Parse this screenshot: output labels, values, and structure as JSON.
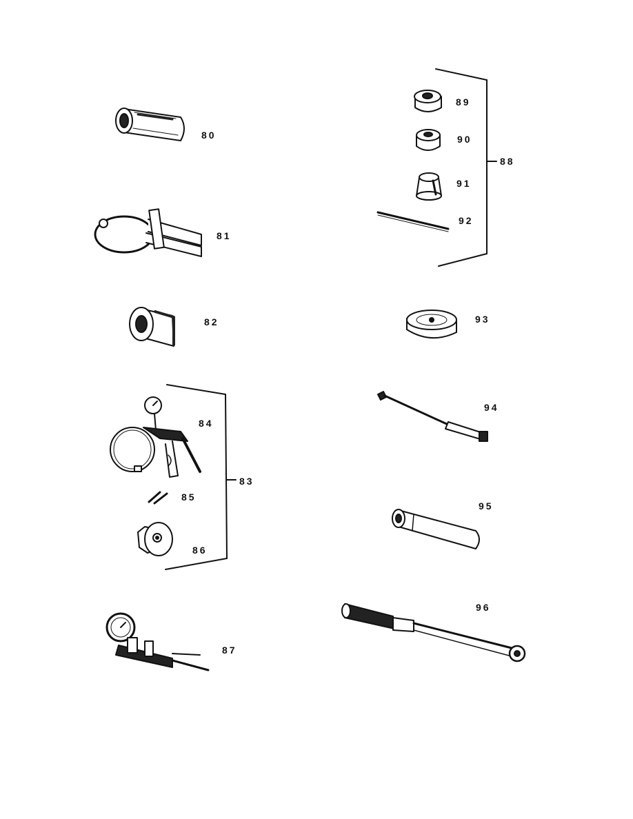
{
  "colors": {
    "ink": "#111111",
    "fill": "#ffffff",
    "shade": "#222222"
  },
  "labels": {
    "l80": "80",
    "l81": "81",
    "l82": "82",
    "l83": "83",
    "l84": "84",
    "l85": "85",
    "l86": "86",
    "l87": "87",
    "l88": "88",
    "l89": "89",
    "l90": "90",
    "l91": "91",
    "l92": "92",
    "l93": "93",
    "l94": "94",
    "l95": "95",
    "l96": "96"
  }
}
